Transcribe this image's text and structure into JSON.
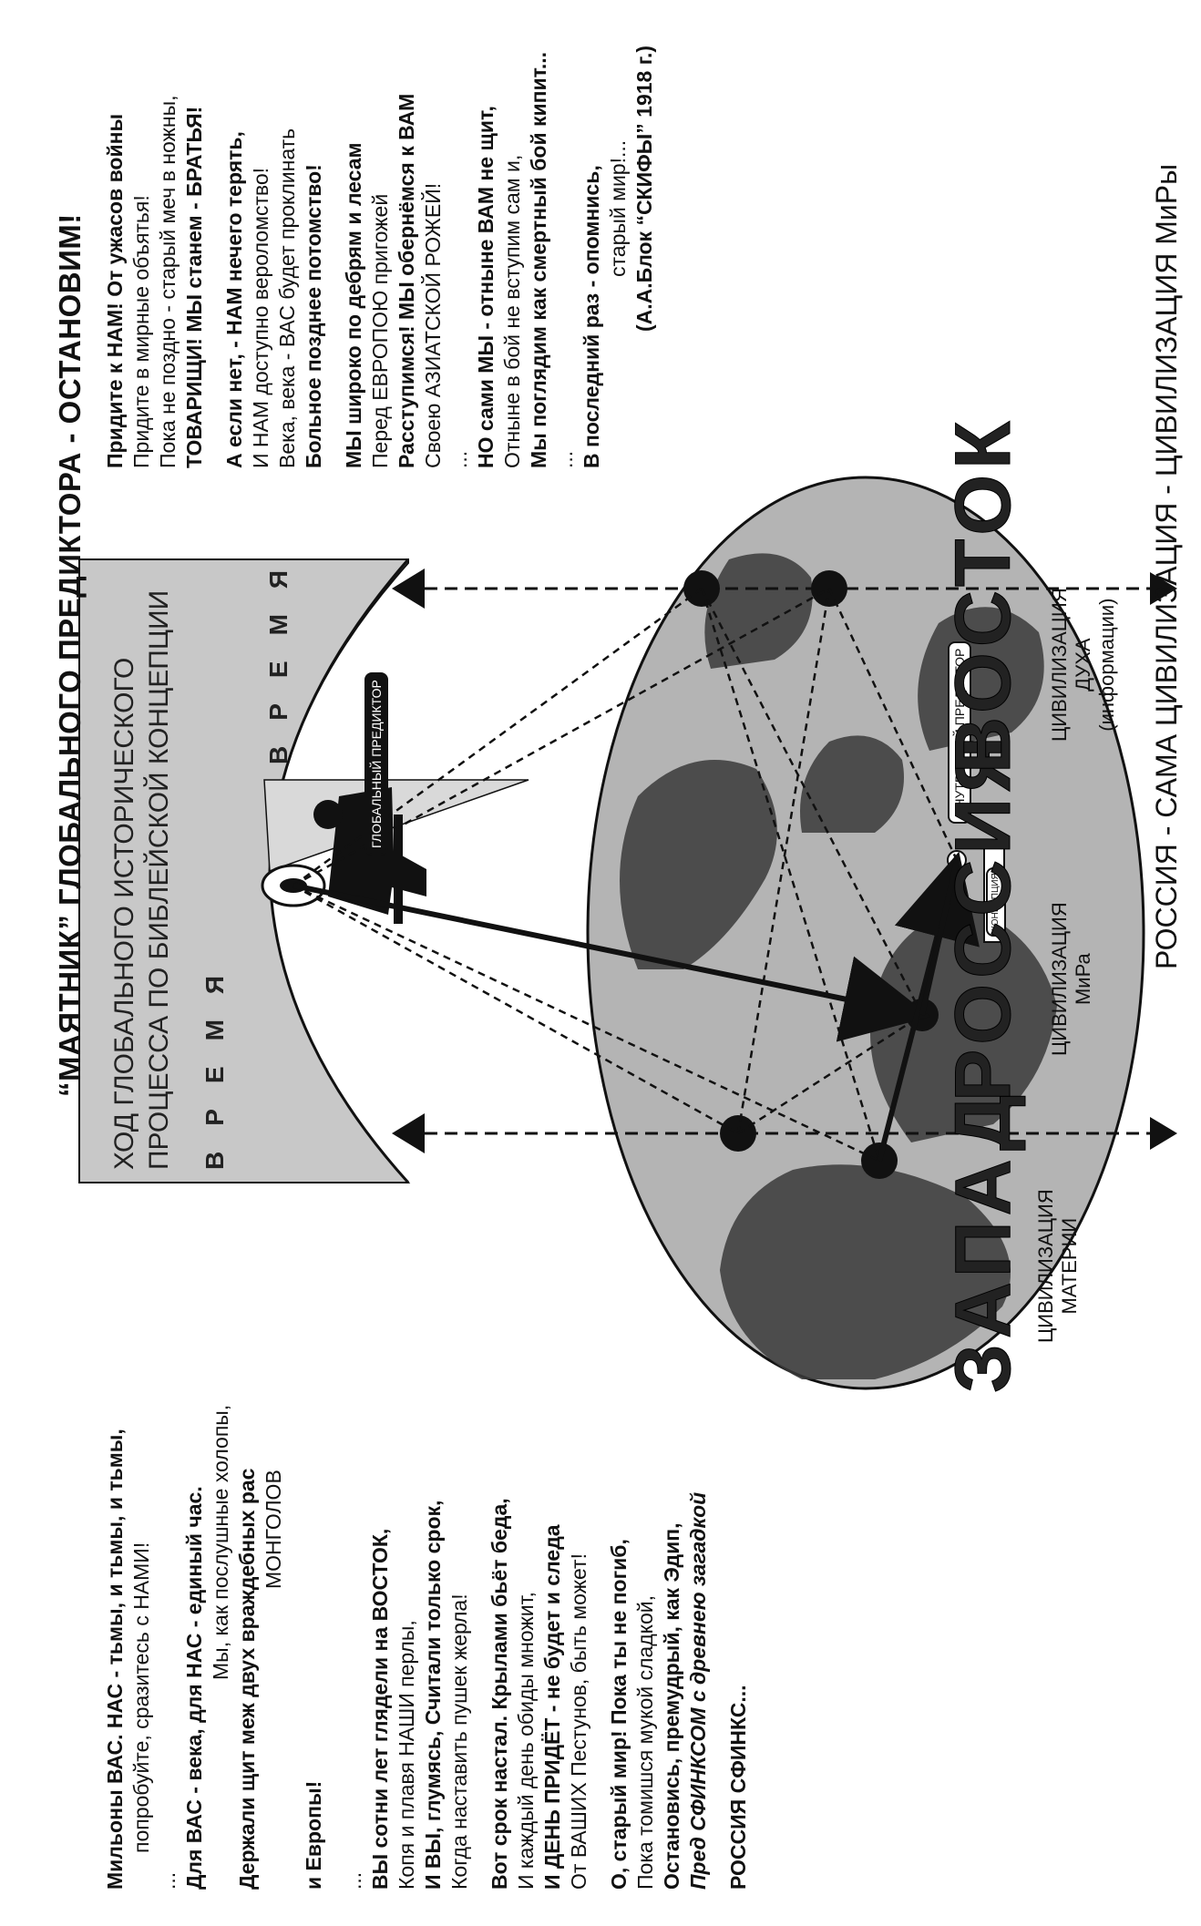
{
  "title": "“МАЯТНИК” ГЛОБАЛЬНОГО ПРЕДИКТОРА - ОСТАНОВИМ!",
  "panel": {
    "heading_line1": "ХОД ГЛОБАЛЬНОГО ИСТОРИЧЕСКОГО",
    "heading_line2": "ПРОЦЕССА ПО БИБЛЕЙСКОЙ КОНЦЕПЦИИ",
    "time_left": "ВРЕМЯ",
    "time_right": "ВРЕМЯ"
  },
  "callouts": {
    "global": "ГЛОБАЛЬНЫЙ ПРЕДИКТОР",
    "internal": "ВНУТРЕННИЙ ПРЕДИКТОР",
    "book": "КОНЦЕПЦИЯ"
  },
  "map_labels": {
    "west": "ЗАПАД",
    "russia": "РОССИЯ",
    "east": "ВОСТОК",
    "civ_matter_1": "ЦИВИЛИЗАЦИЯ",
    "civ_matter_2": "МАТЕРИИ",
    "civ_mira_1": "ЦИВИЛИЗАЦИЯ",
    "civ_mira_2": "МиРа",
    "civ_spirit_1": "ЦИВИЛИЗАЦИЯ",
    "civ_spirit_2": "ДУХА",
    "civ_spirit_3": "(информации)"
  },
  "bottom_text": "РОССИЯ - САМА ЦИВИЛИЗАЦИЯ - ЦИВИЛИЗАЦИЯ МиРы",
  "left_poem": {
    "s1": [
      "Мильоны ВАС. НАС - тьмы, и тьмы, и тьмы,",
      "попробуйте, сразитесь с НАМИ!"
    ],
    "s2": [
      "...",
      "Для ВАС - века, для НАС - единый час.",
      "Мы, как послушные холопы,",
      "Держали щит меж двух враждебных рас",
      "МОНГОЛОВ",
      "и Европы!"
    ],
    "s3": [
      "...",
      "ВЫ сотни лет глядели на ВОСТОК,",
      "Копя и плавя НАШИ перлы,",
      "И ВЫ, глумясь, Считали только срок,",
      "Когда наставить пушек жерла!"
    ],
    "s4": [
      "Вот срок настал. Крылами бьёт беда,",
      "И каждый день обиды множит,",
      "И ДЕНЬ ПРИДЁТ - не будет и следа",
      "От ВАШИХ Пестунов, быть может!"
    ],
    "s5": [
      "О, старый мир! Пока ты не погиб,",
      "Пока томишся мукой сладкой,",
      "Остановись, премудрый, как Эдип,",
      "Пред СФИНКСОМ с древнею загадкой"
    ],
    "s6": [
      "РОССИЯ СФИНКС..."
    ]
  },
  "right_poem": {
    "s1": [
      "Придите к НАМ! От ужасов войны",
      "Придите в мирные объятья!",
      "Пока не поздно - старый меч в ножны,",
      "ТОВАРИЩИ! МЫ станем - БРАТЬЯ!"
    ],
    "s2": [
      "А если нет, - НАМ нечего терять,",
      "И НАМ доступно вероломство!",
      "Века, века - ВАС будет проклинать",
      "Больное позднее потомство!"
    ],
    "s3": [
      "МЫ широко по дебрям и лесам",
      "Перед ЕВРОПОЮ пригожей",
      "Расступимся! МЫ обернёмся к ВАМ",
      "Своею АЗИАТСКОЙ РОЖЕЙ!"
    ],
    "s4": [
      "...",
      "НО сами МЫ - отныне ВАМ не щит,",
      "Отныне в бой не вступим сам и,",
      "Мы поглядим как смертный бой кипит..."
    ],
    "s5": [
      "...",
      "В последний раз - опомнись,",
      "старый мир!...",
      "(А.А.Блок “СКИФЫ” 1918 г.)"
    ]
  },
  "colors": {
    "ink": "#111111",
    "panel_gray": "#c8c8c8",
    "ellipse_gray": "#b4b4b4",
    "land_dark": "#3a3a3a"
  }
}
